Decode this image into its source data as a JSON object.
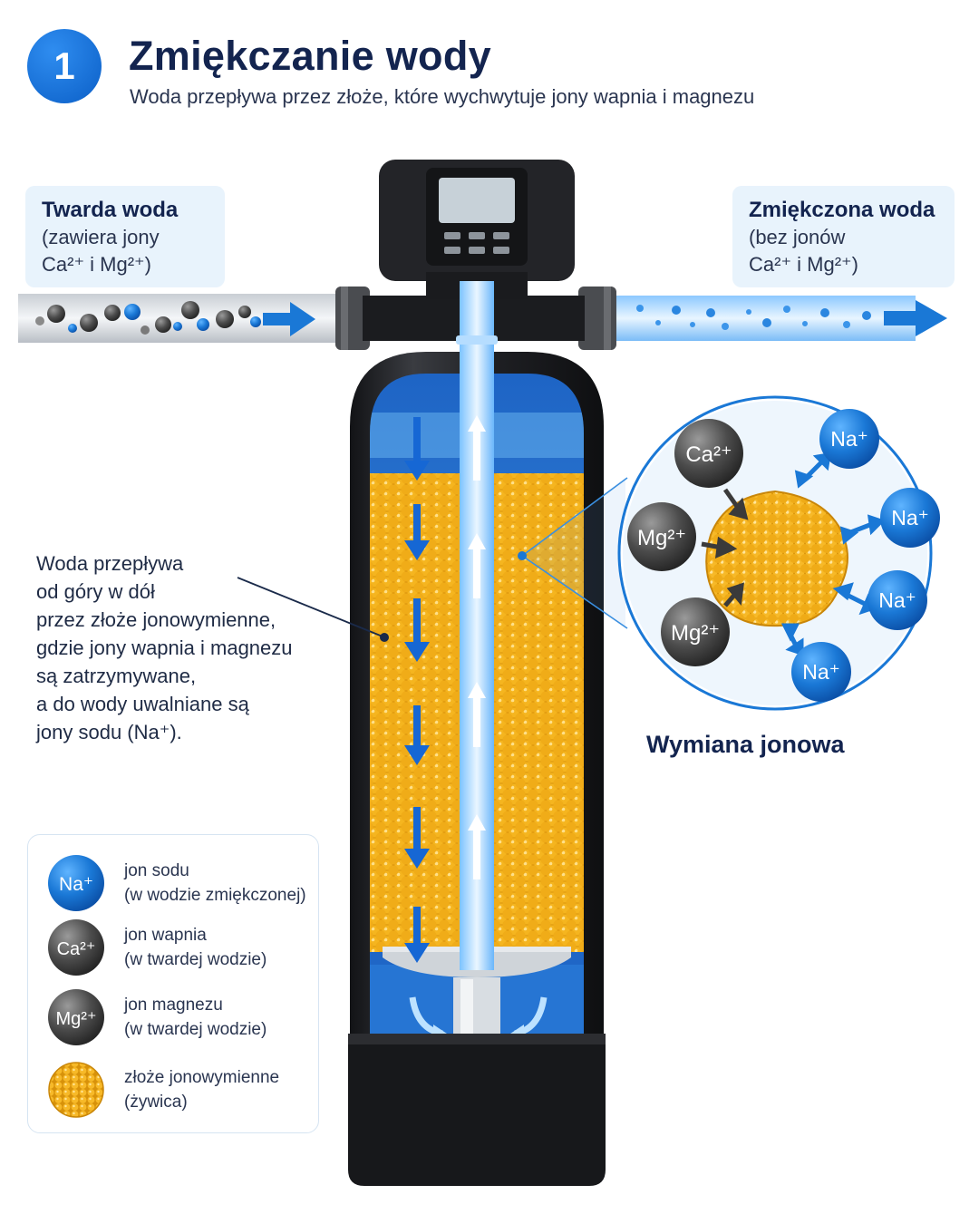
{
  "header": {
    "step_number": "1",
    "title": "Zmiękczanie wody",
    "subtitle": "Woda przepływa przez złoże, które wychwytuje jony wapnia i magnezu"
  },
  "inlet": {
    "title": "Twarda woda",
    "line1": "(zawiera jony",
    "line2": "Ca²⁺ i Mg²⁺)"
  },
  "outlet": {
    "title": "Zmiękczona woda",
    "line1": "(bez jonów",
    "line2": "Ca²⁺ i Mg²⁺)"
  },
  "callout": {
    "lines": [
      "Woda przepływa",
      "od góry w dół",
      "przez złoże jonowymienne,",
      "gdzie jony wapnia i magnezu",
      "są zatrzymywane,",
      "a do wody uwalniane są",
      "jony sodu (Na⁺)."
    ]
  },
  "exchange": {
    "title": "Wymiana jonowa",
    "ions": [
      "Ca²⁺",
      "Mg²⁺",
      "Mg²⁺",
      "Na⁺",
      "Na⁺",
      "Na⁺",
      "Na⁺"
    ]
  },
  "legend": {
    "items": [
      {
        "symbol": "Na⁺",
        "line1": "jon sodu",
        "line2": "(w wodzie zmiękczonej)"
      },
      {
        "symbol": "Ca²⁺",
        "line1": "jon wapnia",
        "line2": "(w twardej wodzie)"
      },
      {
        "symbol": "Mg²⁺",
        "line1": "jon magnezu",
        "line2": "(w twardej wodzie)"
      },
      {
        "symbol": "",
        "line1": "złoże jonowymienne",
        "line2": "(żywica)"
      }
    ]
  },
  "colors": {
    "accent": "#1673d8",
    "sodium_ion": "#1a78d6",
    "hard_ion": "#4a4a4a",
    "resin": "#f2b320",
    "tank": "#1e1f22",
    "water": "#3a8fe0"
  }
}
